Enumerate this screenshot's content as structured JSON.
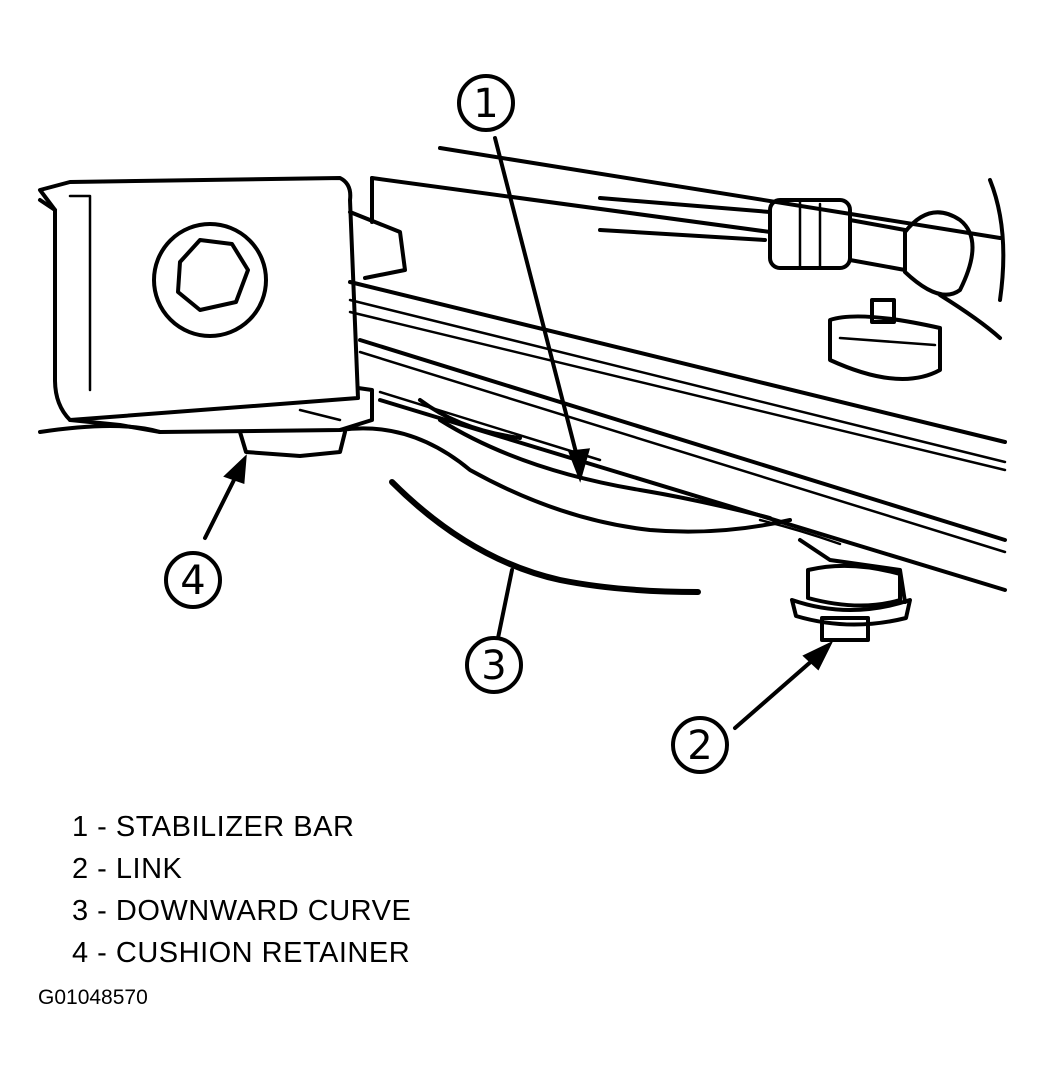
{
  "callouts": [
    {
      "number": "1"
    },
    {
      "number": "2"
    },
    {
      "number": "3"
    },
    {
      "number": "4"
    }
  ],
  "legend": [
    "1 - STABILIZER BAR",
    "2 - LINK",
    "3 - DOWNWARD CURVE",
    "4 - CUSHION RETAINER"
  ],
  "figure_id": "G01048570"
}
